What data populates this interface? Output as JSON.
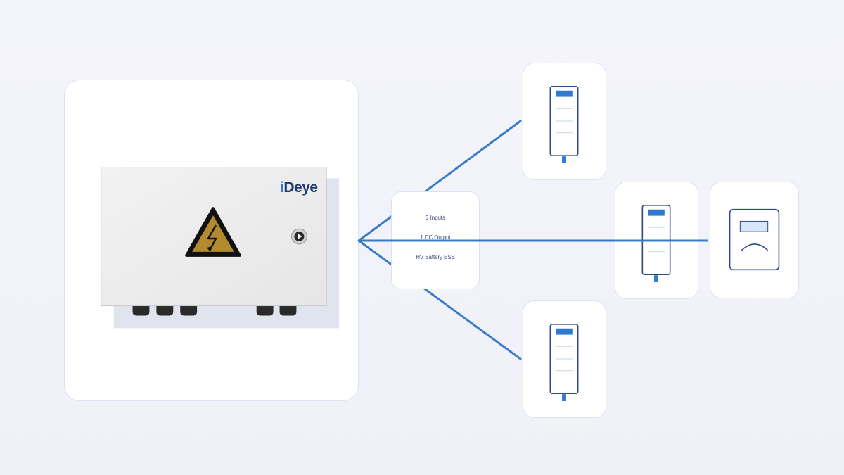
{
  "product": {
    "brand": "Deye",
    "brand_mark": "i",
    "warning_symbol": "high-voltage-warning-icon",
    "cable_gland_count": 5
  },
  "info_card": {
    "lines": [
      "3 Inputs",
      "1 DC Output",
      "HV Battery ESS"
    ]
  },
  "connections": {
    "line_color": "#3a7bc8",
    "targets": [
      "battery-top",
      "battery-middle",
      "battery-bottom",
      "inverter"
    ]
  },
  "icons": {
    "battery": "battery-module-icon",
    "inverter": "inverter-icon"
  },
  "colors": {
    "accent_blue": "#2f79cf",
    "outline_navy": "#2c4a82",
    "card_border": "#d9e3f3",
    "warning_yellow": "#b48a2e"
  }
}
